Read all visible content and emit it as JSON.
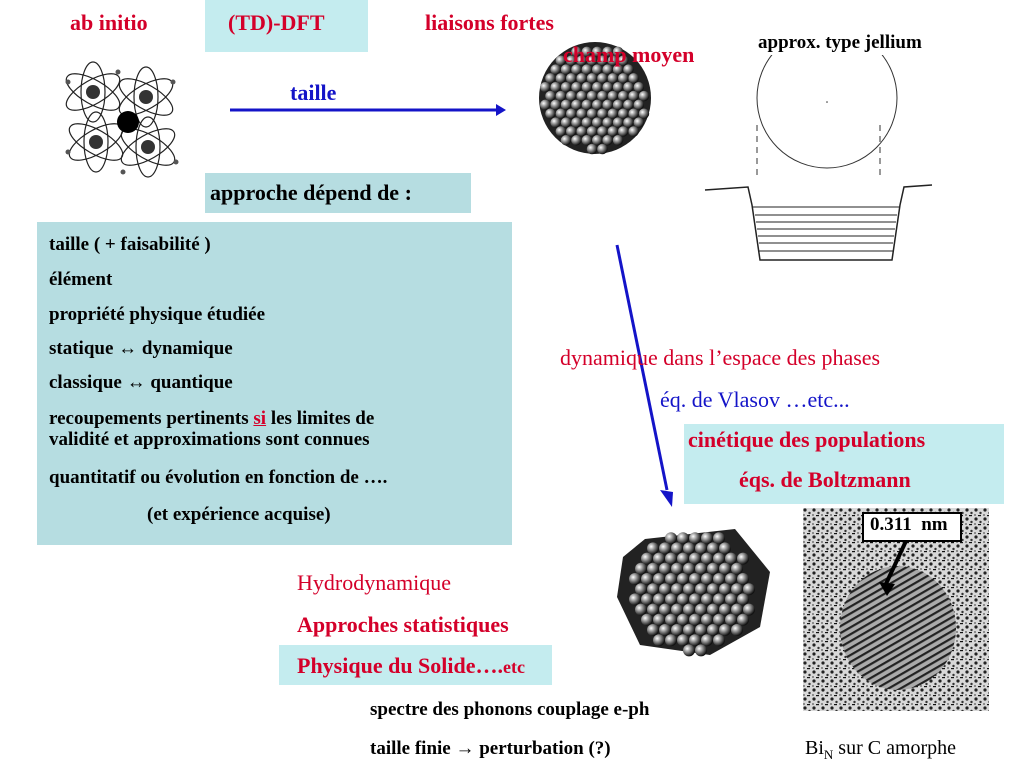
{
  "top_labels": {
    "ab_initio": "ab initio",
    "td_dft": "(TD)-DFT",
    "liaisons_fortes": "liaisons fortes",
    "champ_moyen": "champ moyen",
    "jellium": "approx. type jellium"
  },
  "arrow_label": "taille",
  "approche_heading": "approche dépend de :",
  "criteria": {
    "item1": "taille ( + faisabilité )",
    "item2": "élément",
    "item3": "propriété physique étudiée",
    "item4_a": "statique",
    "item4_b": "dynamique",
    "item5_a": "classique",
    "item5_b": "quantique",
    "item6_a": "recoupements pertinents",
    "item6_si": "si",
    "item6_b": "les limites de",
    "item6_c": "validité et approximations sont connues",
    "item7": "quantitatif ou évolution en fonction de ….",
    "item8": "(et expérience acquise)",
    "double_arrow": "↔"
  },
  "dynamics": {
    "line1": "dynamique dans l’espace des phases",
    "line2": "éq. de Vlasov …etc...",
    "line3": "cinétique des populations",
    "line4": "éqs. de Boltzmann"
  },
  "bottom": {
    "hydro": "Hydrodynamique",
    "stat": "Approches statistiques",
    "solide": "Physique du Solide….",
    "etc": "etc",
    "phonons": "spectre des phonons couplage e-ph",
    "finie_a": "taille finie",
    "finie_arrow": "→",
    "finie_b": "perturbation (?)"
  },
  "tem": {
    "scale": "0.311",
    "unit": "nm",
    "caption_a": "Bi",
    "caption_sub": "N",
    "caption_b": " sur C amorphe"
  },
  "colors": {
    "accent_red": "#d4002a",
    "accent_blue": "#1414c8",
    "box_cyan": "#c4ecef",
    "box_teal": "#b6dde1"
  }
}
